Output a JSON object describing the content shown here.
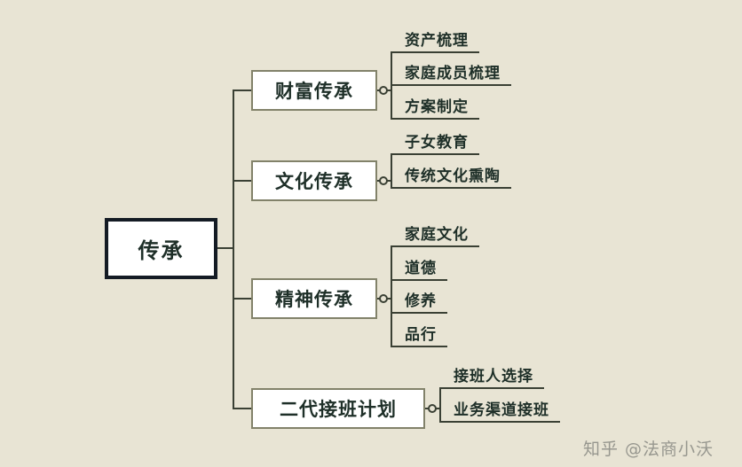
{
  "colors": {
    "background": "#e8e4d4",
    "line": "#3a4034",
    "branch_border": "#82826a",
    "root_border": "#141b24",
    "text": "#1e2f28",
    "watermark": "#97978f"
  },
  "watermark": {
    "text": "知乎 @法商小沃"
  },
  "tree": {
    "root": {
      "label": "传承"
    },
    "branches": [
      {
        "label": "财富传承",
        "children": [
          "资产梳理",
          "家庭成员梳理",
          "方案制定"
        ]
      },
      {
        "label": "文化传承",
        "children": [
          "子女教育",
          "传统文化熏陶"
        ]
      },
      {
        "label": "精神传承",
        "children": [
          "家庭文化",
          "道德",
          "修养",
          "品行"
        ]
      },
      {
        "label": "二代接班计划",
        "children": [
          "接班人选择",
          "业务渠道接班"
        ]
      }
    ]
  }
}
